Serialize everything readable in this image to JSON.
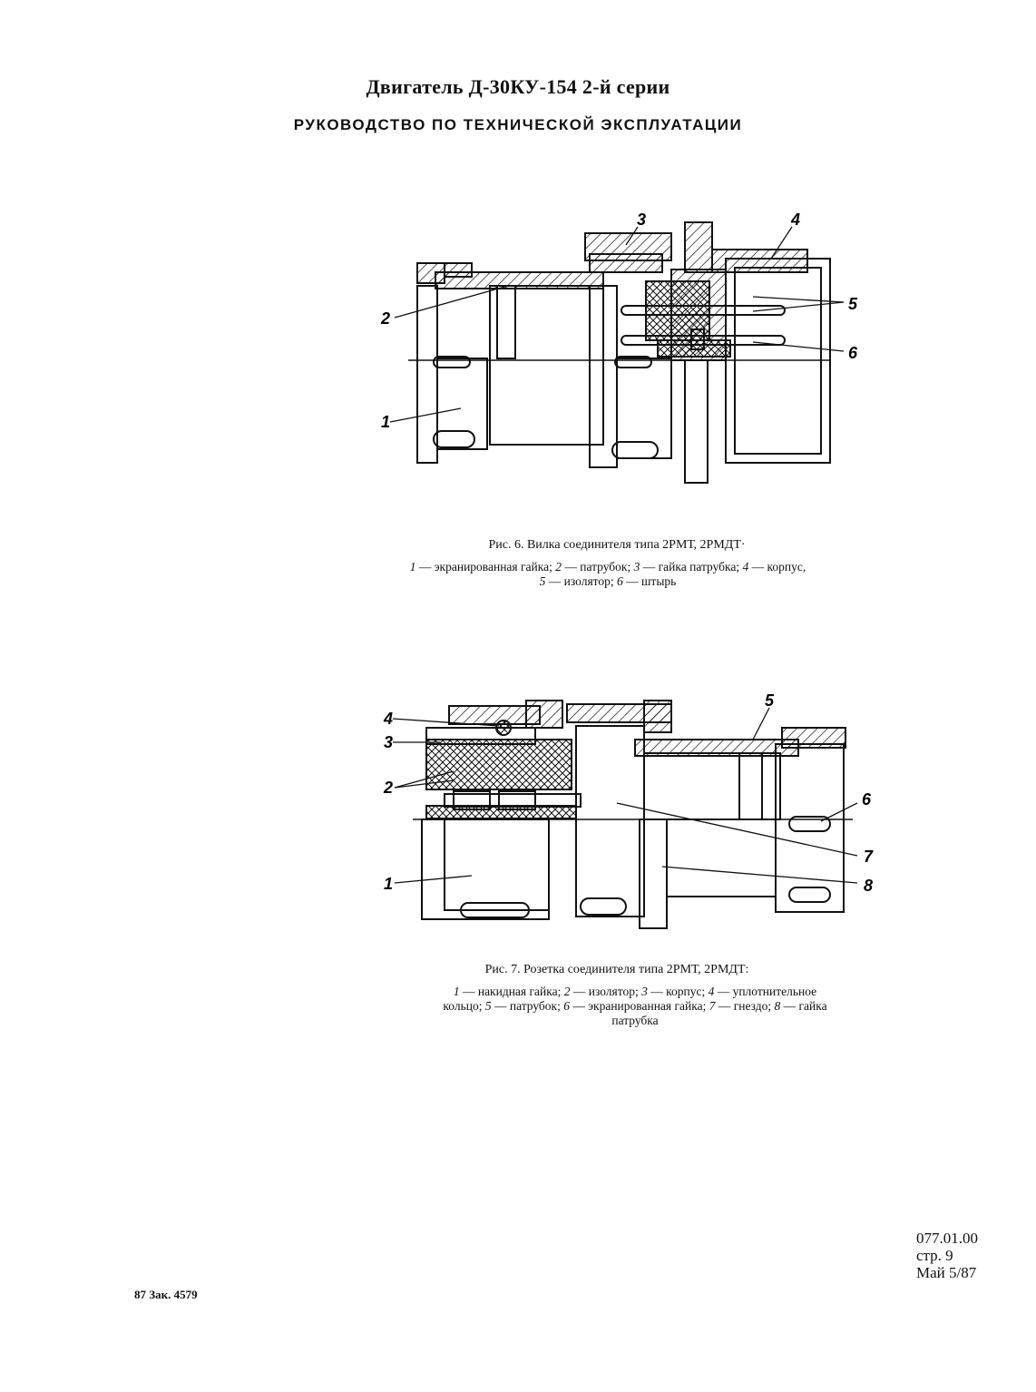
{
  "header": {
    "title": "Двигатель Д-30КУ-154 2-й серии",
    "subtitle": "РУКОВОДСТВО ПО ТЕХНИЧЕСКОЙ ЭКСПЛУАТАЦИИ"
  },
  "figure6": {
    "caption": "Рис. 6. Вилка соединителя типа 2РМТ, 2РМДТ·",
    "legend": [
      {
        "num": "1",
        "text": " — экранированная гайка; "
      },
      {
        "num": "2",
        "text": " — патрубок; "
      },
      {
        "num": "3",
        "text": " — гайка патрубка; "
      },
      {
        "num": "4",
        "text": " — корпус,"
      },
      {
        "num": "5",
        "text": " — изолятор; "
      },
      {
        "num": "6",
        "text": " — штырь"
      }
    ],
    "callouts": [
      "1",
      "2",
      "3",
      "4",
      "5",
      "6"
    ]
  },
  "figure7": {
    "caption": "Рис. 7. Розетка соединителя типа 2РМТ, 2РМДТ:",
    "legend": [
      {
        "num": "1",
        "text": " — накидная гайка; "
      },
      {
        "num": "2",
        "text": " — изолятор; "
      },
      {
        "num": "3",
        "text": " — корпус; "
      },
      {
        "num": "4",
        "text": " — уплотнительное"
      },
      {
        "pre": "кольцо; ",
        "num": "5",
        "text": " — патрубок; "
      },
      {
        "num": "6",
        "text": " — экранированная гайка; "
      },
      {
        "num": "7",
        "text": " — гнездо; "
      },
      {
        "num": "8",
        "text": " — гайка"
      },
      {
        "text": "патрубка"
      }
    ],
    "callouts": [
      "1",
      "2",
      "3",
      "4",
      "5",
      "6",
      "7",
      "8"
    ]
  },
  "footer": {
    "doc_number": "077.01.00",
    "page": "стр. 9",
    "date": "Май 5/87",
    "order": "87 Зак. 4579"
  }
}
